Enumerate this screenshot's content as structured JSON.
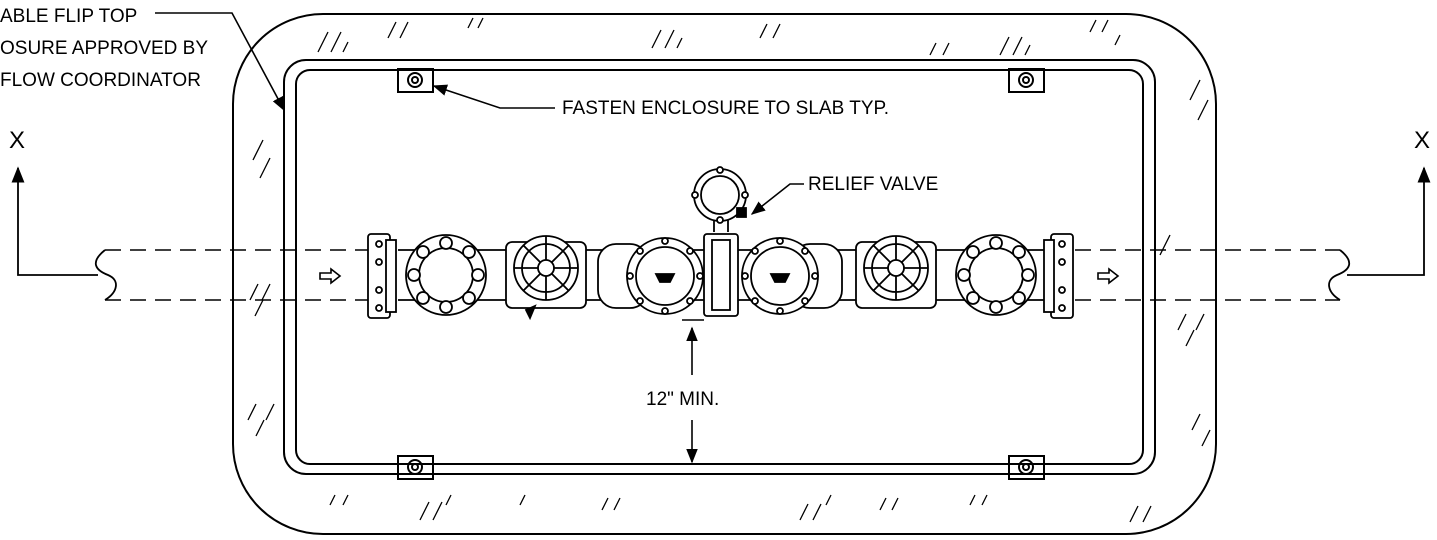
{
  "callouts": {
    "enclosure_top_line1": "ABLE FLIP TOP",
    "enclosure_top_line2": "OSURE APPROVED BY",
    "enclosure_top_line3": "FLOW COORDINATOR",
    "fasten": "FASTEN ENCLOSURE TO SLAB TYP.",
    "relief_valve": "RELIEF VALVE",
    "clearance": "12\" MIN."
  },
  "section": {
    "left_label": "X",
    "right_label": "X"
  },
  "colors": {
    "line": "#000000",
    "background": "#ffffff"
  }
}
